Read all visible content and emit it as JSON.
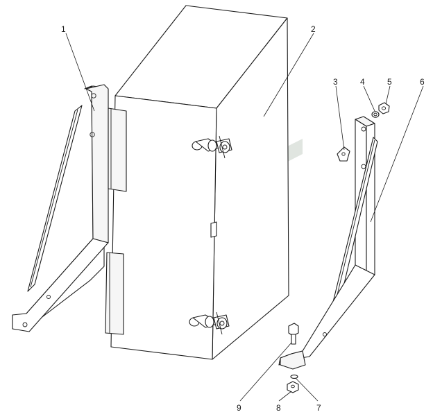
{
  "drawing": {
    "type": "exploded-assembly",
    "callouts": [
      "1",
      "2",
      "3",
      "4",
      "5",
      "6",
      "7",
      "8",
      "9"
    ],
    "colors": {
      "line": "#1a1a1a",
      "watermark": "#c8d0c8",
      "background": "#ffffff"
    },
    "watermark_icon": "stylized-chevron-logo"
  }
}
